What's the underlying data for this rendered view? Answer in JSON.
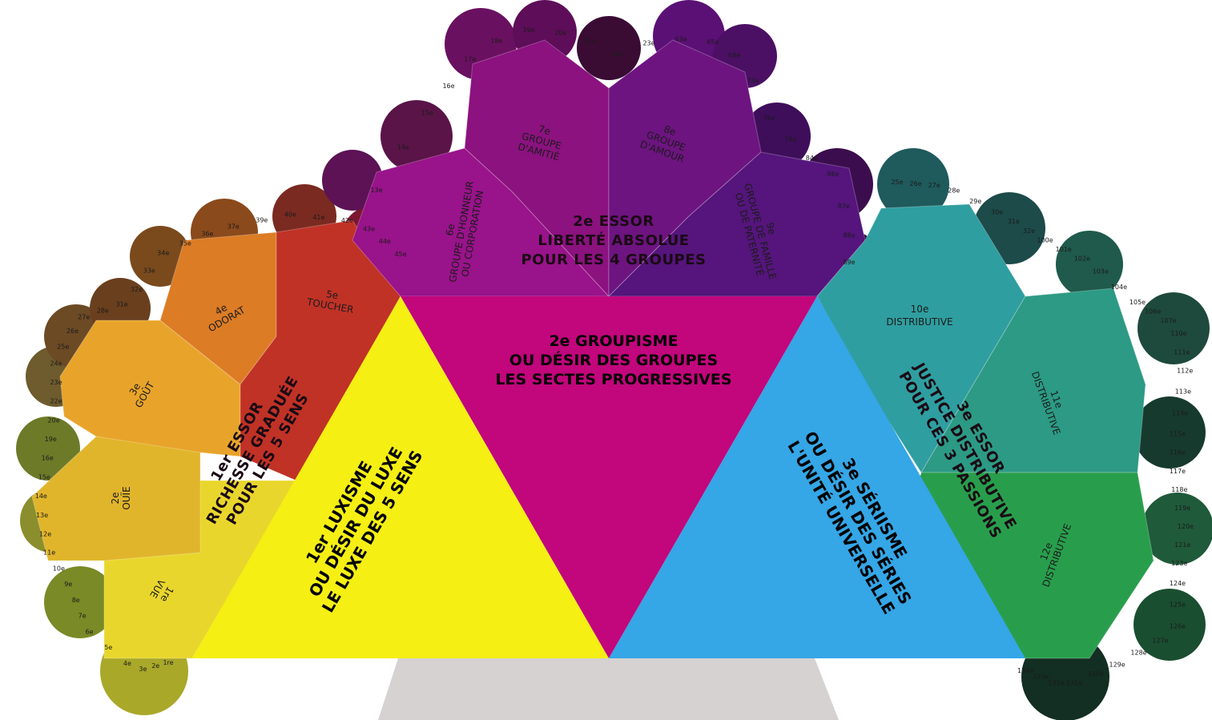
{
  "center": {
    "yellow": [
      "1er LUXISME",
      "OU DÉSIR DU LUXE",
      "LE LUXE DES 5 SENS"
    ],
    "magenta": [
      "2e GROUPISME",
      "OU DÉSIR DES GROUPES",
      "LES SECTES PROGRESSIVES"
    ],
    "blue": [
      "3e SÉRIISME",
      "OU DÉSIR DES SÉRIES",
      "L'UNITÉ UNIVERSELLE"
    ]
  },
  "essors": {
    "first": [
      "1er ESSOR",
      "RICHESSE GRADUÉE",
      "POUR LES 5 SENS"
    ],
    "second": [
      "2e ESSOR",
      "LIBERTÉ ABSOLUE",
      "POUR LES 4 GROUPES"
    ],
    "third": [
      "3e ESSOR",
      "JUSTICE DISTRIBUTIVE",
      "POUR CES 3 PASSIONS"
    ]
  },
  "senses": {
    "vue": [
      "1re",
      "VUE"
    ],
    "ouie": [
      "2e",
      "OUÏE"
    ],
    "gout": [
      "3e",
      "GOÛT"
    ],
    "odorat": [
      "4e",
      "ODORAT"
    ],
    "toucher": [
      "5e",
      "TOUCHER"
    ]
  },
  "groups": {
    "honneur": [
      "6e",
      "GROUPE D'HONNEUR",
      "OU CORPORATION"
    ],
    "amitie": [
      "7e",
      "GROUPE",
      "D'AMITIÉ"
    ],
    "amour": [
      "8e",
      "GROUPE",
      "D'AMOUR"
    ],
    "famille": [
      "9e",
      "GROUPE DE FAMILLE",
      "OU DE PATERNITÉ"
    ]
  },
  "distributives": {
    "d10": [
      "10e",
      "DISTRIBUTIVE"
    ],
    "d11": [
      "11e",
      "DISTRIBUTIVE"
    ],
    "d12": [
      "12e",
      "DISTRIBUTIVE"
    ]
  },
  "numbers": {
    "left": [
      "1re",
      "2e",
      "3e",
      "4e",
      "5e",
      "6e",
      "7e",
      "8e",
      "9e",
      "10e",
      "11e",
      "12e",
      "13e",
      "14e",
      "15e",
      "16e",
      "19e",
      "20e",
      "22e",
      "23e",
      "24e",
      "25e",
      "26e",
      "27e",
      "28e",
      "31e",
      "32e",
      "33e",
      "34e",
      "35e",
      "36e",
      "37e",
      "39e",
      "40e",
      "41e",
      "42e",
      "43e",
      "44e",
      "45e"
    ],
    "top": [
      "13e",
      "14e",
      "15e",
      "16e",
      "17e",
      "18e",
      "19e",
      "20e",
      "21e",
      "22e",
      "23e",
      "63e",
      "65e",
      "68e",
      "73e",
      "76e",
      "79e",
      "84e",
      "86e",
      "87e",
      "88e",
      "89e"
    ],
    "right": [
      "25e",
      "26e",
      "27e",
      "28e",
      "29e",
      "30e",
      "31e",
      "32e",
      "100e",
      "101e",
      "102e",
      "103e",
      "104e",
      "105e",
      "106e",
      "107e",
      "110e",
      "111e",
      "112e",
      "113e",
      "114e",
      "115e",
      "116e",
      "117e",
      "118e",
      "119e",
      "120e",
      "121e",
      "123e",
      "124e",
      "125e",
      "126e",
      "127e",
      "128e",
      "129e",
      "130e",
      "131e",
      "132e",
      "133e",
      "134e"
    ]
  },
  "colors": {
    "yellow": "#f5ef14",
    "magenta": "#c2067c",
    "blue": "#35a6e6",
    "base": "#d5d2d1",
    "orange_red": "#c03226",
    "orange": "#dc7c25",
    "gold": "#e9a62b",
    "purple": "#82127a",
    "violet": "#5e147e",
    "teal": "#2f9ea0",
    "green": "#289e4c"
  }
}
